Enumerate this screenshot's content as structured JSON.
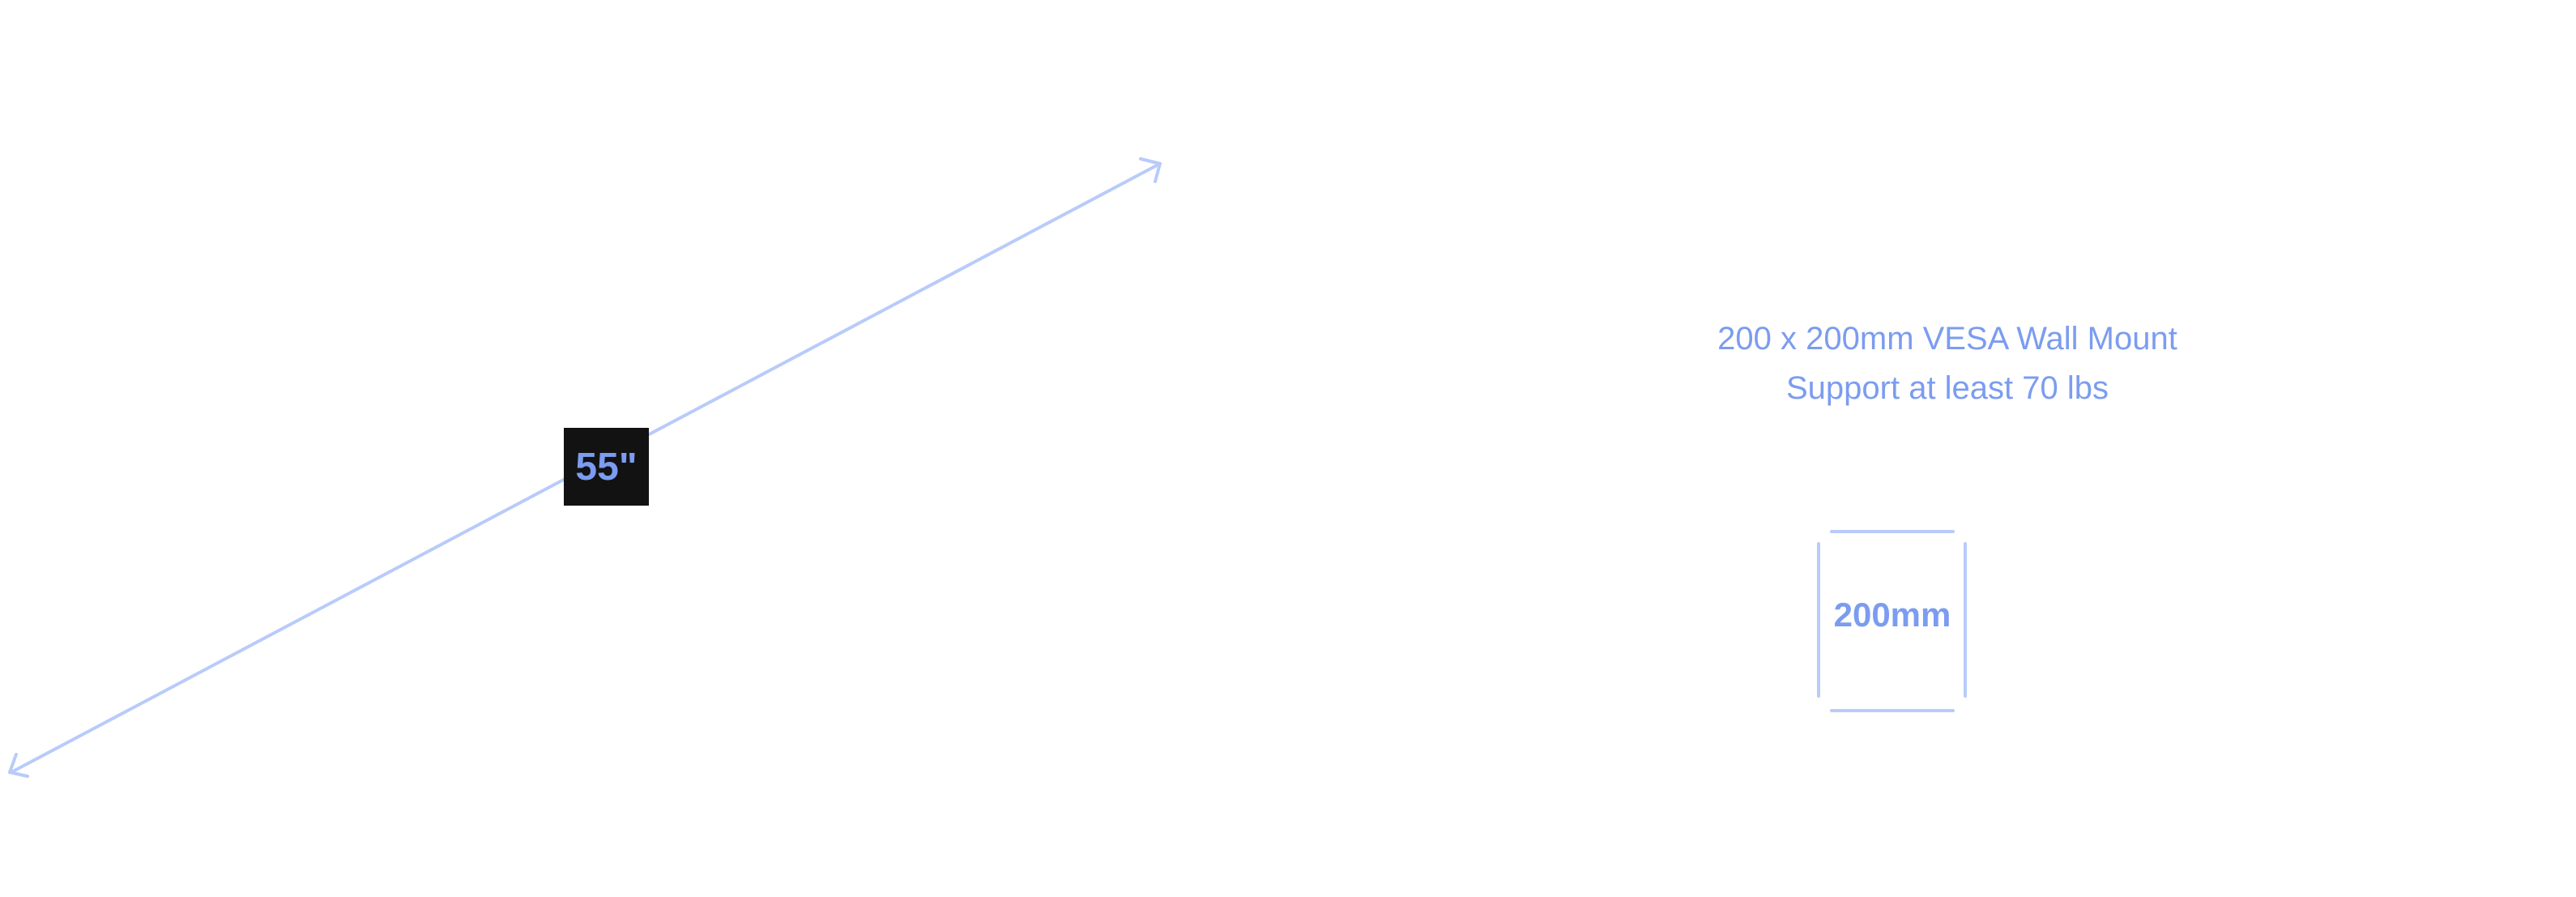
{
  "screen_size": {
    "label": "55\""
  },
  "mount_spec": {
    "line1": "200 x 200mm VESA Wall Mount",
    "line2": "Support at least 70 lbs"
  },
  "vesa_square": {
    "label": "200mm"
  },
  "colors": {
    "text": "#7b9cf0",
    "lines": "#b8cbfa",
    "badge_bg": "#121212"
  }
}
